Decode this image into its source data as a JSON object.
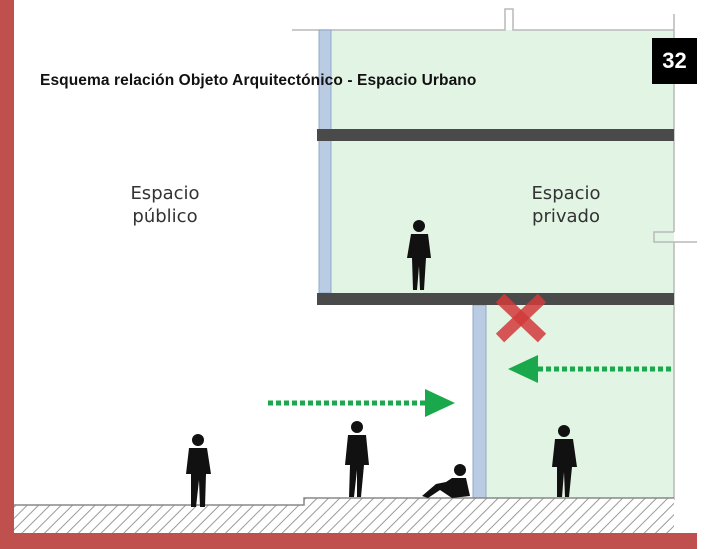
{
  "page_number": "32",
  "title": "Esquema relación Objeto Arquitectónico - Espacio Urbano",
  "zones": {
    "public": {
      "line1": "Espacio",
      "line2": "público"
    },
    "private": {
      "line1": "Espacio",
      "line2": "privado"
    }
  },
  "colors": {
    "accent_bar": "#c0504d",
    "badge_bg": "#000000",
    "private_fill": "#e2f5e4",
    "slab": "#4a4a4a",
    "column": "#b9cce4",
    "arrow": "#1aa84c",
    "blocked_mark": "#d23a3a",
    "ground_hatch": "#9a9a9a"
  },
  "icons": {
    "blocked": "x-cross-icon",
    "flow_in": "arrow-right-icon",
    "flow_out": "arrow-left-icon",
    "people": "person-silhouette-icon"
  }
}
